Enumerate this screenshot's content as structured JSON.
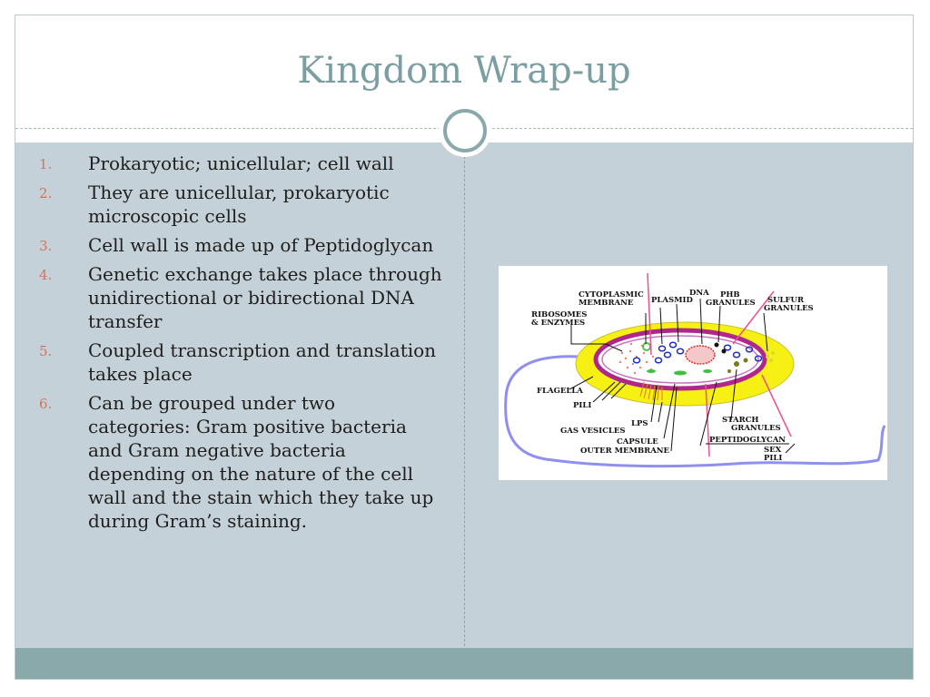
{
  "slide": {
    "title": "Kingdom Wrap-up",
    "items": [
      {
        "num": "1.",
        "text": "Prokaryotic; unicellular; cell wall"
      },
      {
        "num": "2.",
        "text": "They are unicellular, prokaryotic microscopic cells"
      },
      {
        "num": "3.",
        "text": "Cell wall is made up of Peptidoglycan"
      },
      {
        "num": "4.",
        "text": "Genetic exchange takes place through unidirectional or bidirectional DNA transfer"
      },
      {
        "num": "5.",
        "text": "Coupled transcription and translation takes place"
      },
      {
        "num": "6.",
        "text": "Can be grouped under two categories: Gram positive bacteria and Gram negative bacteria depending on the nature of the cell wall and the stain which they take up during Gram’s staining."
      }
    ]
  },
  "diagram": {
    "labels": {
      "cytoplasmic_1": "CYTOPLASMIC",
      "cytoplasmic_2": "MEMBRANE",
      "plasmid": "PLASMID",
      "dna": "DNA",
      "phb_1": "PHB",
      "phb_2": "GRANULES",
      "sulfur_1": "SULFUR",
      "sulfur_2": "GRANULES",
      "ribosomes_1": "RIBOSOMES",
      "ribosomes_2": "& ENZYMES",
      "flagella": "FLAGELLA",
      "pili": "PILI",
      "lps": "LPS",
      "gas_vesicles": "GAS VESICLES",
      "capsule": "CAPSULE",
      "outer_membrane": "OUTER MEMBRANE",
      "starch_1": "STARCH",
      "starch_2": "GRANULES",
      "peptidoglycan": "PEPTIDOGLYCAN",
      "sex_1": "SEX",
      "sex_2": "PILI"
    }
  },
  "colors": {
    "title": "#7a9ea2",
    "number": "#d2755e",
    "content_bg": "#c5d1d8",
    "accent_bar": "#8aa9ab"
  }
}
